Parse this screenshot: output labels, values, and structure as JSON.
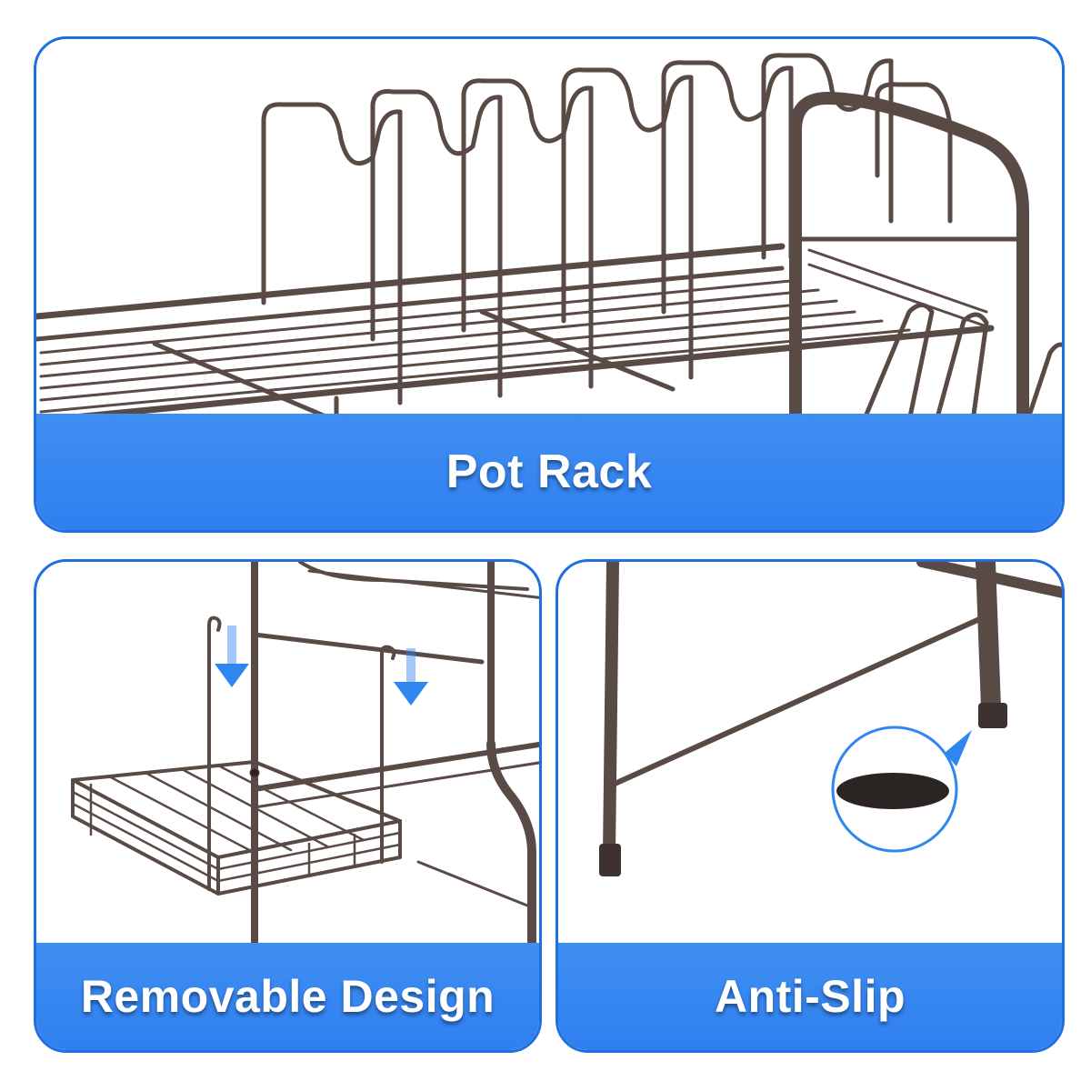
{
  "colors": {
    "frame_blue": "#1f6fe0",
    "banner_blue": "#2f7ff0",
    "metal": "#5a4a45",
    "pad": "#2a2422",
    "arrow": "#2f86f0"
  },
  "panels": [
    {
      "label": "Pot Rack",
      "subject": "dish rack top shelf with plate holder dividers"
    },
    {
      "label": "Removable Design",
      "subject": "hanging wire basket with down arrows"
    },
    {
      "label": "Anti-Slip",
      "subject": "rack leg with rubber foot pad callout"
    }
  ]
}
